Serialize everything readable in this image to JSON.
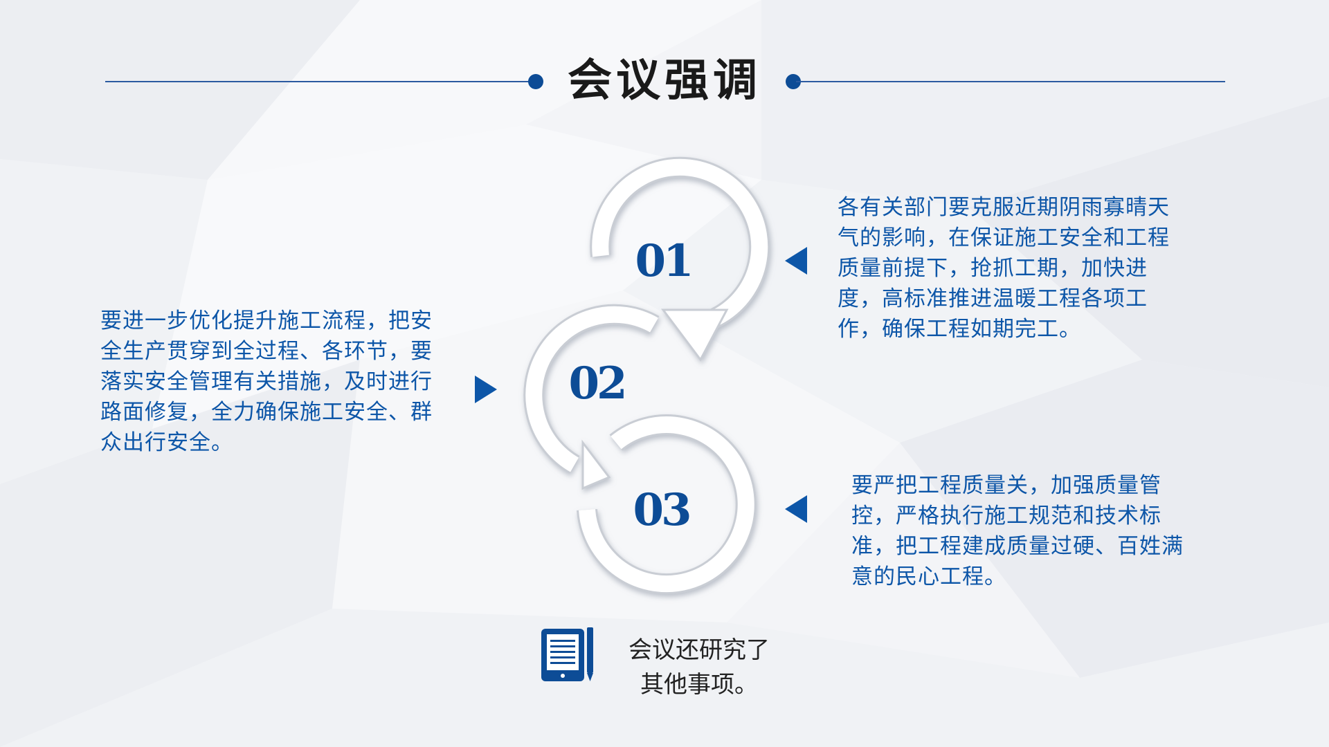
{
  "title": "会议强调",
  "steps": [
    {
      "number": "01",
      "text": "各有关部门要克服近期阴雨寡晴天气的影响，在保证施工安全和工程质量前提下，抢抓工期，加快进度，高标准推进温暖工程各项工作，确保工程如期完工。"
    },
    {
      "number": "02",
      "text": "要进一步优化提升施工流程，把安全生产贯穿到全过程、各环节，要落实安全管理有关措施，及时进行路面修复，全力确保施工安全、群众出行安全。"
    },
    {
      "number": "03",
      "text": "要严把工程质量关，加强质量管控，严格执行施工规范和技术标准，把工程建成质量过硬、百姓满意的民心工程。"
    }
  ],
  "note": {
    "line1": "会议还研究了",
    "line2": "其他事项。",
    "icon": "document-pen-icon"
  },
  "colors": {
    "accent": "#0d4c96",
    "text_blue": "#0d56a8",
    "line": "#2b5aa0"
  }
}
